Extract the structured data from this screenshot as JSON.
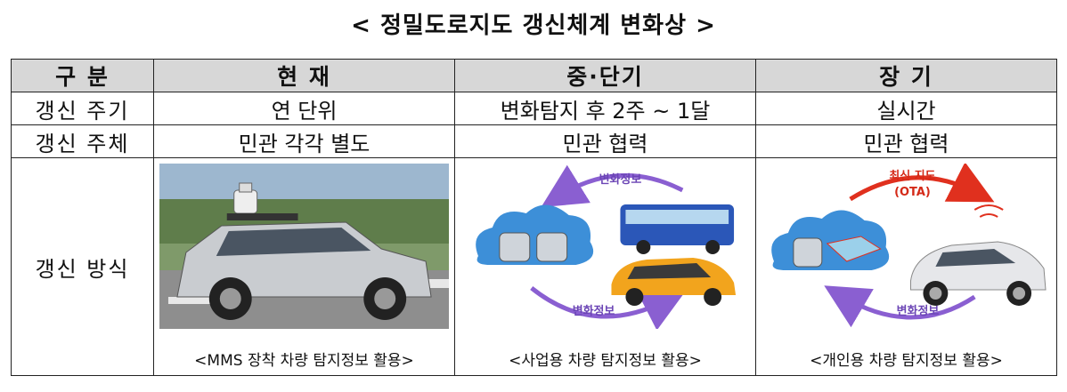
{
  "title": "< 정밀도로지도 갱신체계 변화상 >",
  "table": {
    "headers": [
      "구 분",
      "현 재",
      "중·단기",
      "장 기"
    ],
    "rows": [
      {
        "label": "갱신 주기",
        "cells": [
          "연 단위",
          "변화탐지 후 2주 ~ 1달",
          "실시간"
        ]
      },
      {
        "label": "갱신 주체",
        "cells": [
          "민관 각각 별도",
          "민관 협력",
          "민관 협력"
        ]
      }
    ],
    "method": {
      "label": "갱신 방식",
      "captions": [
        "<MMS 장착 차량 탐지정보 활용>",
        "<사업용 차량 탐지정보 활용>",
        "<개인용 차량 탐지정보 활용>"
      ],
      "mid_arrow_top": "변화정보",
      "mid_arrow_bottom": "변화정보",
      "long_arrow_top": "최신 지도",
      "long_arrow_top_sub": "(OTA)",
      "long_arrow_bottom": "변화정보"
    }
  },
  "colors": {
    "header_bg": "#d7d7d7",
    "arrow_purple": "#8a5fd1",
    "arrow_red": "#e0301e",
    "cloud_blue": "#3d8fd8"
  }
}
